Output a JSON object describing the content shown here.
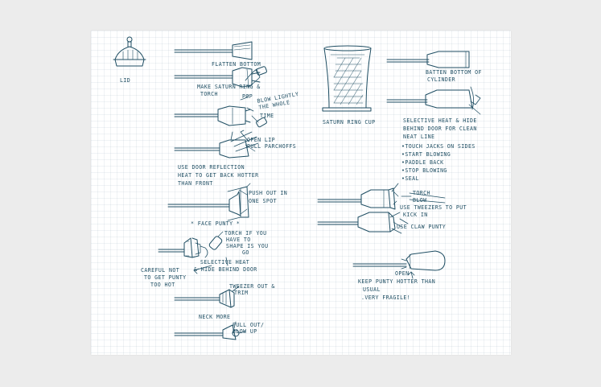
{
  "notes": {
    "lid": "LID",
    "flatten_bottom": "FLATTEN BOTTOM",
    "saturn_ring_1": "MAKE SATURN RING &",
    "saturn_ring_2": "TORCH",
    "pop": "POP",
    "blow_1": "BLOW LIGHTLY",
    "blow_2": "THE WHOLE",
    "blow_3": "TIME",
    "open_lip_1": "OPEN LIP",
    "open_lip_2": "PULL PARCHOFFS",
    "door_1": "USE DOOR REFLECTION",
    "door_2": "HEAT TO GET BACK HOTTER",
    "door_3": "THAN FRONT",
    "push_out_1": "PUSH OUT IN",
    "push_out_2": "ONE SPOT",
    "face_punty": "* FACE PUNTY *",
    "torch_shape_1": "TORCH IF YOU",
    "torch_shape_2": "HAVE TO",
    "torch_shape_3": "SHAPE IS YOU",
    "torch_shape_4": "GO",
    "careful_1": "CAREFUL NOT",
    "careful_2": "TO GET PUNTY",
    "careful_3": "TOO HOT",
    "selective_heat_1": "SELECTIVE HEAT",
    "selective_heat_2": "& HIDE BEHIND DOOR",
    "tweezer_1": "TWEEZER OUT &",
    "tweezer_2": "TRIM",
    "neck_more": "NECK MORE",
    "pull_out_1": "PULL OUT/",
    "pull_out_2": "BLOW UP",
    "saturn_ring_cup": "SATURN RING CUP",
    "batten_1": "BATTEN BOTTOM OF",
    "batten_2": "CYLINDER",
    "sel2_1": "SELECTIVE HEAT & HIDE",
    "sel2_2": "BEHIND DOOR FOR CLEAN",
    "sel2_3": "NEAT LINE",
    "bullet_1": "•TOUCH JACKS ON SIDES",
    "bullet_2": "•START BLOWING",
    "bullet_3": "•PADDLE BACK",
    "bullet_4": "•STOP BLOWING",
    "bullet_5": "•SEAL",
    "torch_strike": "TORCH",
    "blow_strike": "BLOW",
    "use_tweezers_1": "USE TWEEZERS TO PUT",
    "use_tweezers_2": "KICK IN",
    "use_claw": "USE CLAW PUNTY",
    "open": "OPEN",
    "keep_punty_1": "KEEP PUNTY HOTTER THAN",
    "keep_punty_2": "USUAL",
    "keep_punty_3": ".VERY FRAGILE!"
  },
  "colors": {
    "ink": "#1f4e63",
    "paper": "#ffffff",
    "background": "#ececec"
  }
}
